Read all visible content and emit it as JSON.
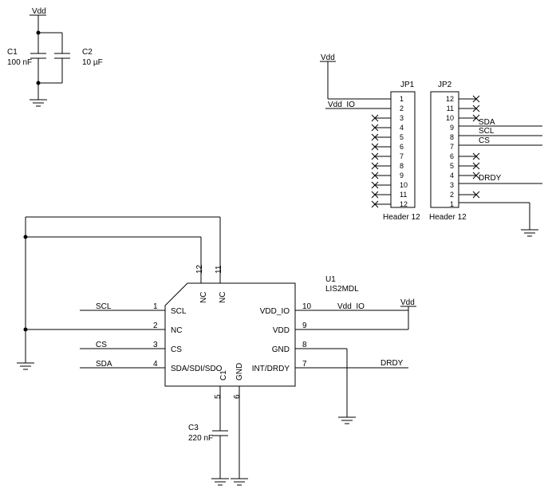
{
  "power_block": {
    "net": "Vdd",
    "c1": {
      "ref": "C1",
      "value": "100 nF"
    },
    "c2": {
      "ref": "C2",
      "value": "10 µF"
    }
  },
  "jp1": {
    "ref": "JP1",
    "label": "Header 12",
    "pins": [
      "1",
      "2",
      "3",
      "4",
      "5",
      "6",
      "7",
      "8",
      "9",
      "10",
      "11",
      "12"
    ],
    "net_vdd": "Vdd",
    "net_vddio": "Vdd_IO"
  },
  "jp2": {
    "ref": "JP2",
    "label": "Header 12",
    "pins": [
      "12",
      "11",
      "10",
      "9",
      "8",
      "7",
      "6",
      "5",
      "4",
      "3",
      "2",
      "1"
    ],
    "nets": {
      "sda": "SDA",
      "scl": "SCL",
      "cs": "CS",
      "drdy": "DRDY"
    }
  },
  "u1": {
    "ref": "U1",
    "part": "LIS2MDL",
    "left_pins": [
      {
        "num": "1",
        "name": "SCL",
        "net": "SCL"
      },
      {
        "num": "2",
        "name": "NC",
        "net": ""
      },
      {
        "num": "3",
        "name": "CS",
        "net": "CS"
      },
      {
        "num": "4",
        "name": "SDA/SDI/SDO",
        "net": "SDA"
      }
    ],
    "right_pins": [
      {
        "num": "10",
        "name": "VDD_IO",
        "net": "Vdd_IO"
      },
      {
        "num": "9",
        "name": "VDD",
        "net": ""
      },
      {
        "num": "8",
        "name": "GND",
        "net": ""
      },
      {
        "num": "7",
        "name": "INT/DRDY",
        "net": "DRDY"
      }
    ],
    "top_pins": [
      {
        "num": "12",
        "name": "NC"
      },
      {
        "num": "11",
        "name": "NC"
      }
    ],
    "bottom_pins": [
      {
        "num": "5",
        "name": "C1"
      },
      {
        "num": "6",
        "name": "GND"
      }
    ],
    "vdd_net": "Vdd"
  },
  "c3": {
    "ref": "C3",
    "value": "220 nF"
  }
}
